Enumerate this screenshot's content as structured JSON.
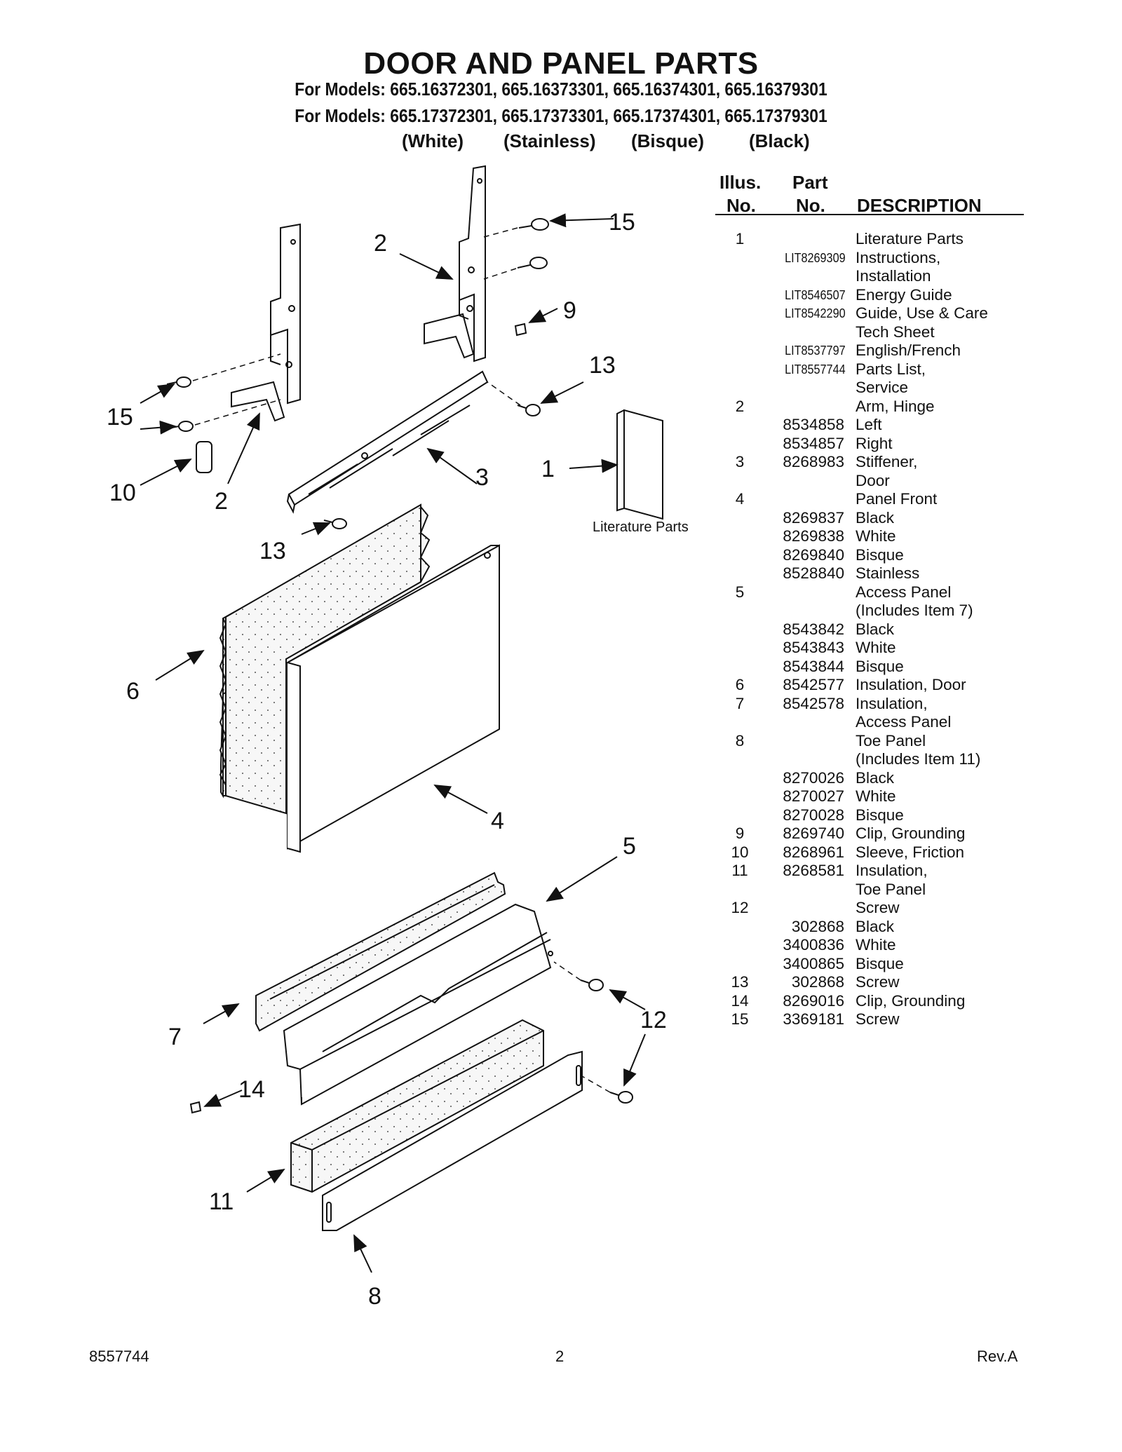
{
  "header": {
    "title": "DOOR AND PANEL PARTS",
    "models_line_1": "For Models: 665.16372301, 665.16373301, 665.16374301, 665.16379301",
    "models_line_2": "For Models: 665.17372301, 665.17373301, 665.17374301, 665.17379301",
    "colors": [
      "(White)",
      "(Stainless)",
      "(Bisque)",
      "(Black)"
    ]
  },
  "diagram": {
    "literature_label": "Literature Parts",
    "callouts": [
      "1",
      "2",
      "2",
      "3",
      "4",
      "5",
      "6",
      "7",
      "8",
      "9",
      "10",
      "11",
      "12",
      "13",
      "13",
      "14",
      "15",
      "15"
    ]
  },
  "parts_table": {
    "headers": {
      "illus_1": "Illus.",
      "illus_2": "No.",
      "part_1": "Part",
      "part_2": "No.",
      "description": "DESCRIPTION"
    },
    "rows": [
      {
        "illus": "1",
        "part": "",
        "desc": "Literature Parts"
      },
      {
        "illus": "",
        "part": "LIT8269309",
        "desc": "Instructions,"
      },
      {
        "illus": "",
        "part": "",
        "desc": "Installation"
      },
      {
        "illus": "",
        "part": "LIT8546507",
        "desc": "Energy Guide"
      },
      {
        "illus": "",
        "part": "LIT8542290",
        "desc": "Guide, Use & Care"
      },
      {
        "illus": "",
        "part": "",
        "desc": "Tech Sheet"
      },
      {
        "illus": "",
        "part": "LIT8537797",
        "desc": "English/French"
      },
      {
        "illus": "",
        "part": "LIT8557744",
        "desc": "Parts List,"
      },
      {
        "illus": "",
        "part": "",
        "desc": "Service"
      },
      {
        "illus": "2",
        "part": "",
        "desc": "Arm, Hinge"
      },
      {
        "illus": "",
        "part": "8534858",
        "desc": "Left"
      },
      {
        "illus": "",
        "part": "8534857",
        "desc": "Right"
      },
      {
        "illus": "3",
        "part": "8268983",
        "desc": "Stiffener,"
      },
      {
        "illus": "",
        "part": "",
        "desc": "Door"
      },
      {
        "illus": "4",
        "part": "",
        "desc": "Panel Front"
      },
      {
        "illus": "",
        "part": "8269837",
        "desc": "Black"
      },
      {
        "illus": "",
        "part": "8269838",
        "desc": "White"
      },
      {
        "illus": "",
        "part": "8269840",
        "desc": "Bisque"
      },
      {
        "illus": "",
        "part": "8528840",
        "desc": "Stainless"
      },
      {
        "illus": "5",
        "part": "",
        "desc": "Access Panel"
      },
      {
        "illus": "",
        "part": "",
        "desc": "(Includes Item 7)"
      },
      {
        "illus": "",
        "part": "8543842",
        "desc": "Black"
      },
      {
        "illus": "",
        "part": "8543843",
        "desc": "White"
      },
      {
        "illus": "",
        "part": "8543844",
        "desc": "Bisque"
      },
      {
        "illus": "6",
        "part": "8542577",
        "desc": "Insulation, Door"
      },
      {
        "illus": "7",
        "part": "8542578",
        "desc": "Insulation,"
      },
      {
        "illus": "",
        "part": "",
        "desc": "Access Panel"
      },
      {
        "illus": "8",
        "part": "",
        "desc": "Toe Panel"
      },
      {
        "illus": "",
        "part": "",
        "desc": "(Includes Item 11)"
      },
      {
        "illus": "",
        "part": "8270026",
        "desc": "Black"
      },
      {
        "illus": "",
        "part": "8270027",
        "desc": "White"
      },
      {
        "illus": "",
        "part": "8270028",
        "desc": "Bisque"
      },
      {
        "illus": "9",
        "part": "8269740",
        "desc": "Clip, Grounding"
      },
      {
        "illus": "10",
        "part": "8268961",
        "desc": "Sleeve, Friction"
      },
      {
        "illus": "11",
        "part": "8268581",
        "desc": "Insulation,"
      },
      {
        "illus": "",
        "part": "",
        "desc": "Toe Panel"
      },
      {
        "illus": "12",
        "part": "",
        "desc": "Screw"
      },
      {
        "illus": "",
        "part": "302868",
        "desc": "Black"
      },
      {
        "illus": "",
        "part": "3400836",
        "desc": "White"
      },
      {
        "illus": "",
        "part": "3400865",
        "desc": "Bisque"
      },
      {
        "illus": "13",
        "part": "302868",
        "desc": "Screw"
      },
      {
        "illus": "14",
        "part": "8269016",
        "desc": "Clip, Grounding"
      },
      {
        "illus": "15",
        "part": "3369181",
        "desc": "Screw"
      }
    ]
  },
  "footer": {
    "doc_number": "8557744",
    "page": "2",
    "revision": "Rev.A"
  }
}
